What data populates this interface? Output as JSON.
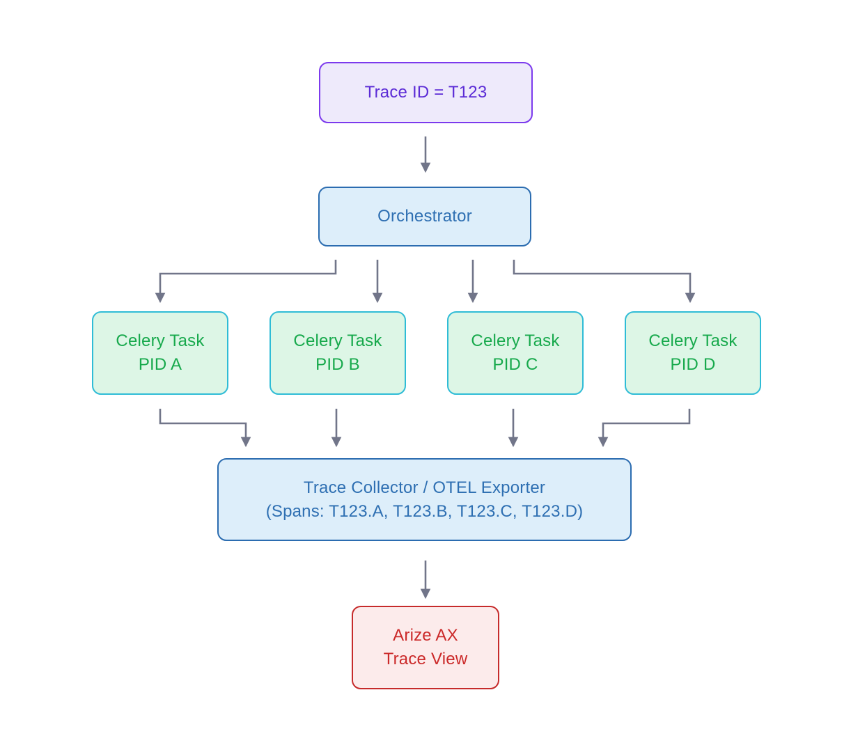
{
  "colors": {
    "arrow": "#717589",
    "purple-border": "#7c3aed",
    "purple-bg": "#eeeafb",
    "purple-text": "#5b2bd6",
    "blue-border": "#2b6cb0",
    "blue-bg": "#ddeefa",
    "blue-text": "#2e6fb2",
    "teal-border": "#2fbcd6",
    "green-bg": "#ddf6e6",
    "green-text": "#17a94c",
    "red-border": "#c62b2b",
    "red-bg": "#fcebeb",
    "red-text": "#cb2929"
  },
  "nodes": {
    "trace_id": {
      "label": "Trace ID = T123"
    },
    "orchestrator": {
      "label": "Orchestrator"
    },
    "task_a": {
      "line1": "Celery Task",
      "line2": "PID A"
    },
    "task_b": {
      "line1": "Celery Task",
      "line2": "PID B"
    },
    "task_c": {
      "line1": "Celery Task",
      "line2": "PID C"
    },
    "task_d": {
      "line1": "Celery Task",
      "line2": "PID D"
    },
    "collector": {
      "line1": "Trace Collector / OTEL Exporter",
      "line2": "(Spans: T123.A, T123.B, T123.C, T123.D)"
    },
    "arize": {
      "line1": "Arize AX",
      "line2": "Trace View"
    }
  }
}
